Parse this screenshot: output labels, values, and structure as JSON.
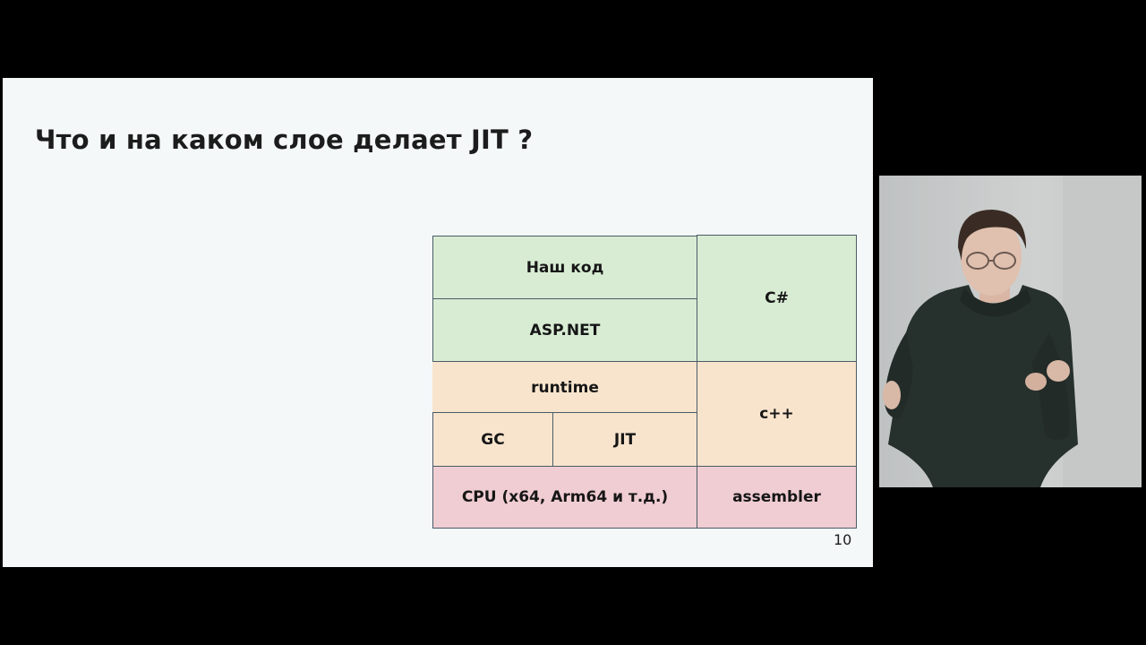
{
  "slide": {
    "title": "Что и на каком слое делает JIT ?",
    "page_number": "10"
  },
  "diagram": {
    "layers": {
      "our_code": "Наш код",
      "aspnet": "ASP.NET",
      "runtime": "runtime",
      "gc": "GC",
      "jit": "JIT",
      "cpu": "CPU (x64, Arm64 и т.д.)"
    },
    "languages": {
      "csharp": "C#",
      "cpp": "c++",
      "assembler": "assembler"
    },
    "colors": {
      "green": "#d8ecd4",
      "peach": "#f8e4cd",
      "pink": "#f0cdd3",
      "border": "#4a5b66"
    }
  }
}
